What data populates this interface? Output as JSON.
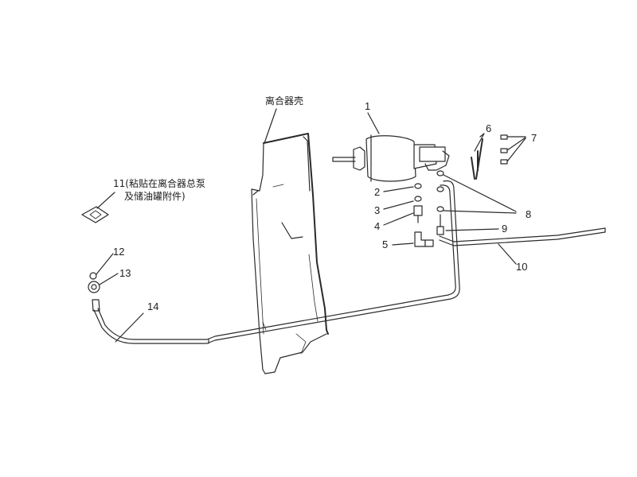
{
  "housing_label": "离合器壳",
  "callouts": {
    "n1": "1",
    "n2": "2",
    "n3": "3",
    "n4": "4",
    "n5": "5",
    "n6": "6",
    "n7": "7",
    "n8": "8",
    "n9": "9",
    "n10": "10",
    "n12": "12",
    "n13": "13",
    "n14": "14"
  },
  "note_11": {
    "line1": "11(粘贴在离合器总泵",
    "line2": "及储油罐附件)"
  }
}
